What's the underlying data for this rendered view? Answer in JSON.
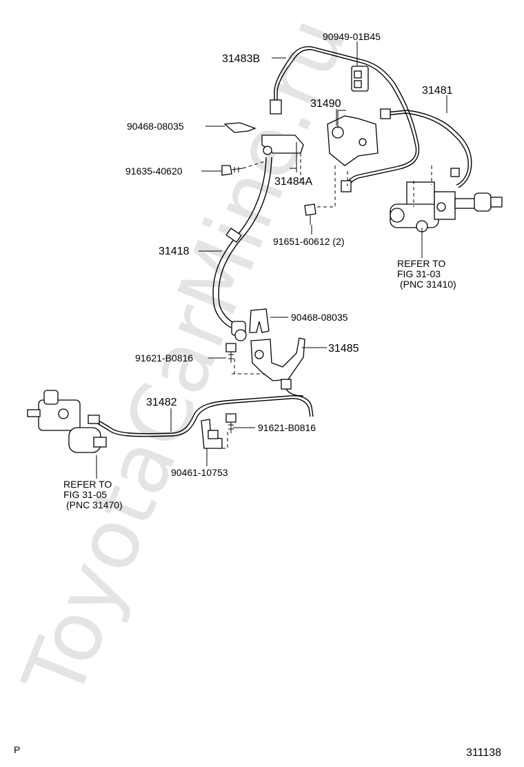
{
  "watermark": "ToyotaCarMine.ru",
  "page_code": "P",
  "figure_number": "311138",
  "parts": {
    "p31483B": "31483B",
    "p90949": "90949-01B45",
    "p31481": "31481",
    "p31490": "31490",
    "p90468a": "90468-08035",
    "p91635": "91635-40620",
    "p31484A": "31484A",
    "p31418": "31418",
    "p91651": "91651-60612 (2)",
    "p90468b": "90468-08035",
    "p31485": "31485",
    "p91621a": "91621-B0816",
    "p31482": "31482",
    "p91621b": "91621-B0816",
    "p90461": "90461-10753"
  },
  "references": {
    "master": [
      "REFER TO",
      "FIG 31-03",
      "(PNC 31410)"
    ],
    "release": [
      "REFER TO",
      "FIG 31-05",
      "(PNC 31470)"
    ]
  }
}
